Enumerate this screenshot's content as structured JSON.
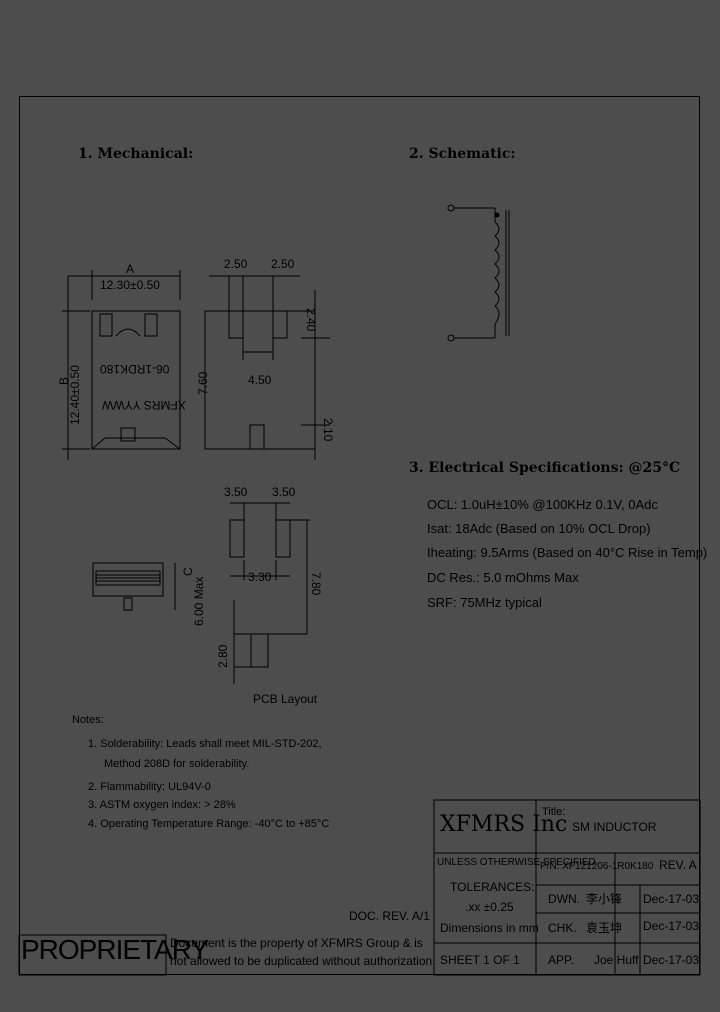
{
  "sections": {
    "mechanical": "1. Mechanical:",
    "schematic": "2. Schematic:",
    "electrical": "3. Electrical Specifications: @25°C"
  },
  "mechanical": {
    "dim_a_label": "A",
    "dim_a_value": "12.30±0.50",
    "dim_b_label": "B",
    "dim_b_value": "12.40±0.50",
    "part_marking": "06-1RDK180",
    "date_code": "XFMRS YYWW",
    "pad_w1": "2.50",
    "pad_w2": "2.50",
    "pad_top": "2.40",
    "pad_bottom": "2.10",
    "body_height": "7.60",
    "center_span": "4.50",
    "dim_c_label": "C",
    "dim_c_value": "6.00 Max"
  },
  "pcb": {
    "w1": "3.50",
    "w2": "3.50",
    "gap": "3.30",
    "pad_len": "2.80",
    "span": "7.80",
    "label": "PCB Layout"
  },
  "specs": [
    "OCL: 1.0uH±10% @100KHz 0.1V, 0Adc",
    "Isat: 18Adc (Based on 10% OCL Drop)",
    "Iheating: 9.5Arms (Based on 40°C Rise in Temp)",
    "DC Res.: 5.0 mOhms Max",
    "SRF: 75MHz typical"
  ],
  "notes": {
    "title": "Notes:",
    "items": [
      "1. Solderability: Leads shall meet MIL-STD-202,",
      "Method 208D for solderability.",
      "2. Flammability: UL94V-0",
      "3. ASTM oxygen index: > 28%",
      "4. Operating Temperature Range: -40°C to +85°C"
    ]
  },
  "doc_rev": "DOC. REV. A/1",
  "proprietary": {
    "big": "PROPRIETARY",
    "line1": "Document is the property of XFMRS Group & is",
    "line2": "not allowed to be duplicated without authorization."
  },
  "title_block": {
    "company": "XFMRS Inc",
    "title_label": "Title:",
    "title_value": "SM  INDUCTOR",
    "unless": "UNLESS OTHERWISE SPECIFIED",
    "tolerances": "TOLERANCES:",
    "tol_value": ".xx  ±0.25",
    "dimensions": "Dimensions in mm",
    "sheet": "SHEET  1  OF  1",
    "pn": "P/N: XF121206-1R0K180",
    "rev": "REV. A",
    "rows": [
      {
        "role": "DWN.",
        "name": "李小锋",
        "date": "Dec-17-03"
      },
      {
        "role": "CHK.",
        "name": "袁玉坤",
        "date": "Dec-17-03"
      },
      {
        "role": "APP.",
        "name": "Joe Huff",
        "date": "Dec-17-03"
      }
    ]
  }
}
